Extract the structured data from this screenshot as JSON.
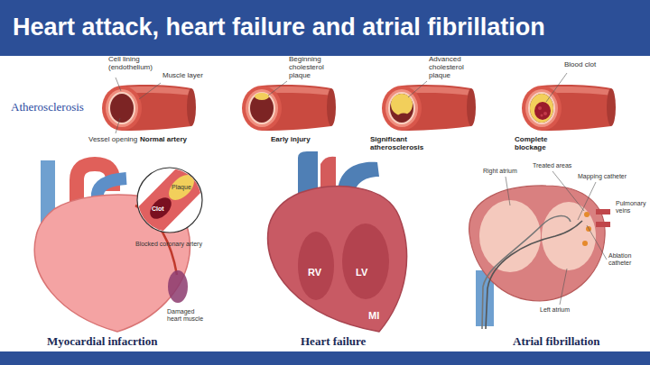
{
  "diagram": {
    "title": "Heart attack, heart failure and atrial fibrillation",
    "labels": [
      "Atherosclerosis",
      "Cell lining (endothelium)",
      "Muscle layer",
      "Vessel opening",
      "Normal artery",
      "Beginning cholesterol plaque",
      "Early injury",
      "Advanced cholesterol plaque",
      "Significant atherosclerosis",
      "Blood clot",
      "Complete blockage",
      "Clot",
      "Plaque",
      "Blocked coronary artery",
      "Damaged heart muscle",
      "Myocardial infacrtion",
      "RV",
      "LV",
      "MI",
      "Heart failure",
      "Right atrium",
      "Treated areas",
      "Mapping catheter",
      "Pulmonary veins",
      "Ablation catheter",
      "Left atrium",
      "Atrial fibrillation"
    ]
  }
}
